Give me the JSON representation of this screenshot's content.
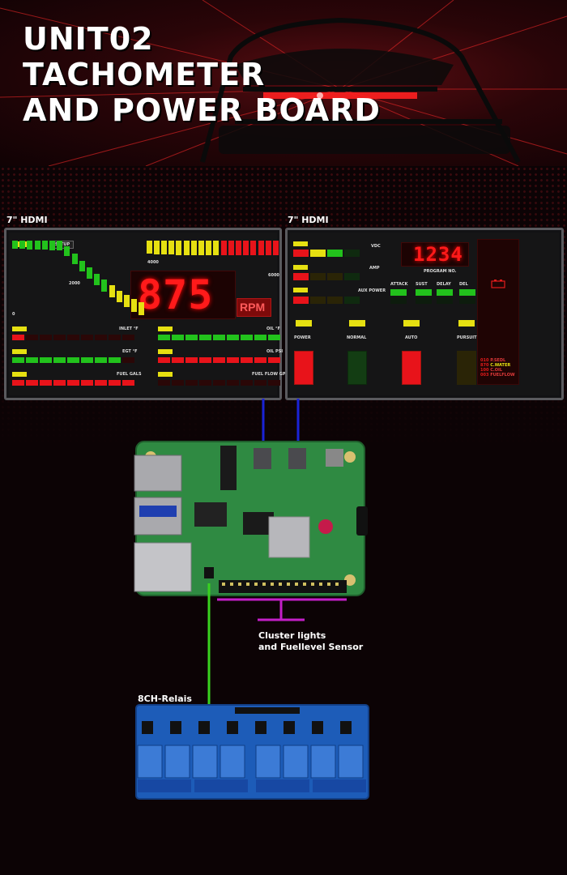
{
  "title": [
    "UNIT02",
    "TACHOMETER",
    "AND POWER BOARD"
  ],
  "screen_labels": {
    "left": "7\" HDMI",
    "right": "7\" HDMI"
  },
  "tach": {
    "rpm_value": "875",
    "rpm_unit": "RPM",
    "setup_label": "SETUP",
    "scale": [
      "0",
      "2000",
      "4000",
      "6000"
    ],
    "gauges": [
      "INLET °F",
      "EGT °F",
      "FUEL GALS",
      "OIL °F",
      "OIL PSI",
      "FUEL FLOW GPH"
    ]
  },
  "power": {
    "program_value": "1234",
    "program_label": "PROGRAM NO.",
    "meters": [
      "VDC",
      "AMP",
      "AUX POWER"
    ],
    "buttons": [
      "ATTACK",
      "SUST",
      "DELAY",
      "DEL"
    ],
    "modes": [
      "POWER",
      "NORMAL",
      "AUTO",
      "PURSUIT"
    ],
    "status_codes": [
      {
        "code": "010",
        "text": "P.SEDL"
      },
      {
        "code": "870",
        "text": "C.WATER"
      },
      {
        "code": "100",
        "text": "C.OIL"
      },
      {
        "code": "003",
        "text": "FUELFLOW"
      }
    ]
  },
  "annotations": {
    "cluster_lights": [
      "Cluster lights",
      "and Fuellevel Sensor"
    ],
    "relay_board": "8CH-Relais"
  },
  "colors": {
    "red": "#e8131a",
    "green": "#22c21c",
    "yellow": "#e6e011",
    "hdmi_cable": "#1a23d6",
    "gpio_cable": "#c31fc8",
    "relay_cable": "#39d21f"
  }
}
